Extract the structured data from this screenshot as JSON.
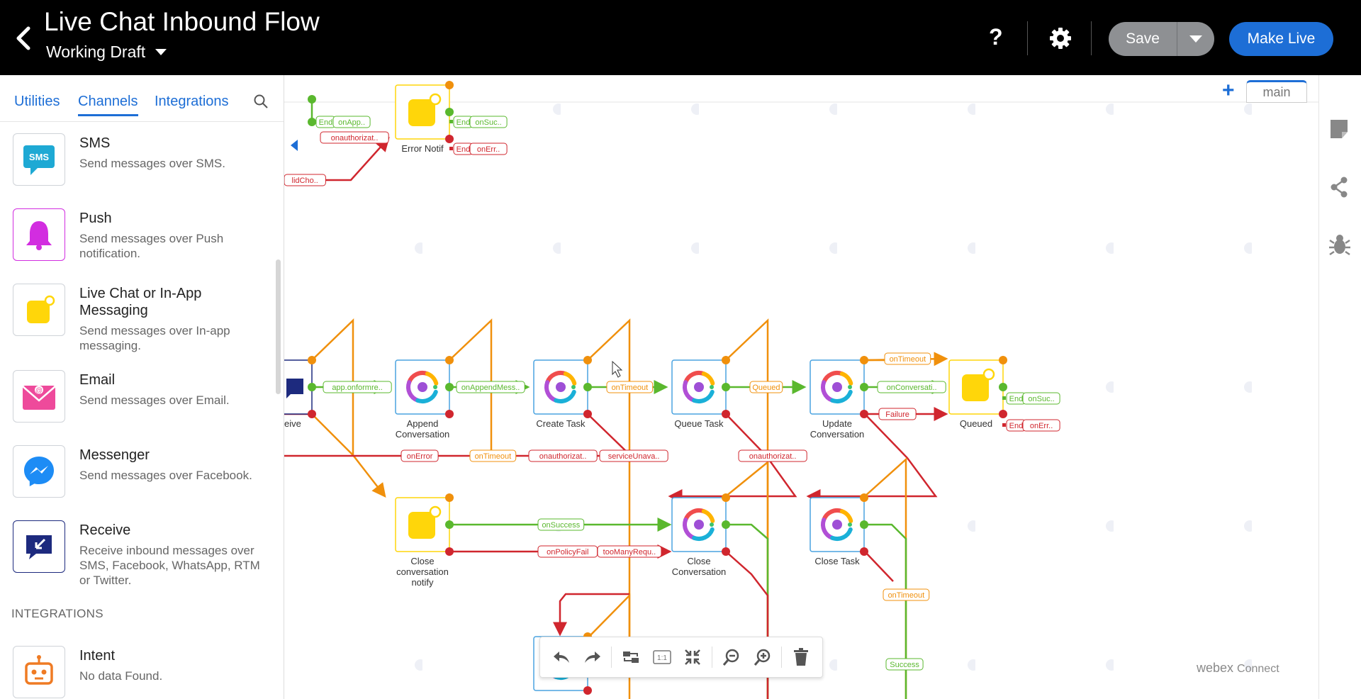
{
  "header": {
    "title": "Live Chat Inbound Flow",
    "subtitle": "Working Draft",
    "help": "?",
    "save_label": "Save",
    "make_live_label": "Make Live"
  },
  "sidebar": {
    "tabs": [
      {
        "label": "Utilities"
      },
      {
        "label": "Channels"
      },
      {
        "label": "Integrations"
      }
    ],
    "items": [
      {
        "name": "SMS",
        "desc": "Send messages over SMS.",
        "icon": "sms-icon"
      },
      {
        "name": "Push",
        "desc": "Send messages over Push notification.",
        "icon": "bell-icon"
      },
      {
        "name": "Live Chat or In-App Messaging",
        "desc": "Send messages over In-app messaging.",
        "icon": "live-chat-icon"
      },
      {
        "name": "Email",
        "desc": "Send messages over Email.",
        "icon": "email-icon"
      },
      {
        "name": "Messenger",
        "desc": "Send messages over Facebook.",
        "icon": "messenger-icon"
      },
      {
        "name": "Receive",
        "desc": "Receive inbound messages over SMS, Facebook, WhatsApp, RTM or Twitter.",
        "icon": "receive-icon"
      }
    ],
    "section_integrations": "INTEGRATIONS",
    "integration_items": [
      {
        "name": "Intent",
        "desc": "No data Found.",
        "icon": "intent-icon"
      }
    ]
  },
  "canvas": {
    "tab_main": "main",
    "nodes": {
      "error_notif": "Error Notif",
      "receive_partial": "eive",
      "append": "Append Conversation",
      "create_task": "Create Task",
      "queue_task": "Queue Task",
      "update": "Update Conversation",
      "queued": "Queued",
      "close_notify": "Close conversation notify",
      "close_conv": "Close Conversation",
      "close_task": "Close Task"
    },
    "edges": {
      "e1": "End",
      "e2": "onApp..",
      "e3": "onauthorizat..",
      "e4": "End",
      "e5": "onSuc..",
      "e6": "End",
      "e7": "onErr..",
      "e8": "lidCho..",
      "e9": "app.onformre..",
      "e10": "onAppendMess..",
      "e11": "onTimeout",
      "e12": "Queued",
      "e13": "onTimeout",
      "e14": "onConversati..",
      "e15": "Failure",
      "e16": "End",
      "e17": "onSuc..",
      "e18": "End",
      "e19": "onErr..",
      "e20": "onError",
      "e21": "onTimeout",
      "e22": "onauthorizat..",
      "e23": "serviceUnava..",
      "e24": "onauthorizat..",
      "e25": "onSuccess",
      "e26": "onPolicyFail",
      "e27": "tooManyRequ..",
      "e28": "onTimeout",
      "e29": "Success"
    }
  },
  "toolbar": {
    "zoom_label": "1:1"
  },
  "brand": {
    "name": "webex",
    "product": "Connect"
  },
  "colors": {
    "accent": "#1d6ed6",
    "green": "#5ab82e",
    "orange": "#f0900c",
    "red": "#d0262e",
    "yellow": "#ffd60a"
  }
}
